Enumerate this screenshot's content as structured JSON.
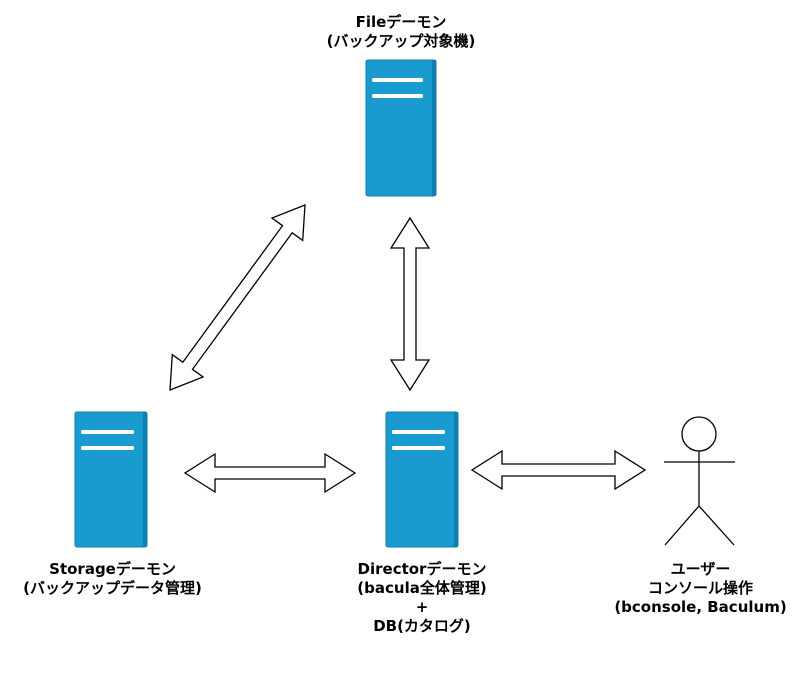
{
  "colors": {
    "server_fill": "#1a9bd0",
    "server_edge": "#0f7fae",
    "server_slot": "#ffffff",
    "arrow_stroke": "#000000",
    "arrow_fill": "#ffffff",
    "text": "#000000"
  },
  "nodes": {
    "file_daemon": {
      "icon": "server-icon",
      "lines": [
        "Fileデーモン",
        "(バックアップ対象機)"
      ]
    },
    "storage_daemon": {
      "icon": "server-icon",
      "lines": [
        "Storageデーモン",
        "(バックアップデータ管理)"
      ]
    },
    "director_daemon": {
      "icon": "server-icon",
      "lines": [
        "Directorデーモン",
        "(bacula全体管理)",
        "+",
        "DB(カタログ)"
      ]
    },
    "user": {
      "icon": "stick-figure-icon",
      "lines": [
        "ユーザー",
        "コンソール操作",
        "(bconsole, Baculum)"
      ]
    }
  },
  "connections": [
    {
      "from": "file_daemon",
      "to": "storage_daemon",
      "style": "double-arrow"
    },
    {
      "from": "file_daemon",
      "to": "director_daemon",
      "style": "double-arrow"
    },
    {
      "from": "storage_daemon",
      "to": "director_daemon",
      "style": "double-arrow"
    },
    {
      "from": "director_daemon",
      "to": "user",
      "style": "double-arrow"
    }
  ]
}
